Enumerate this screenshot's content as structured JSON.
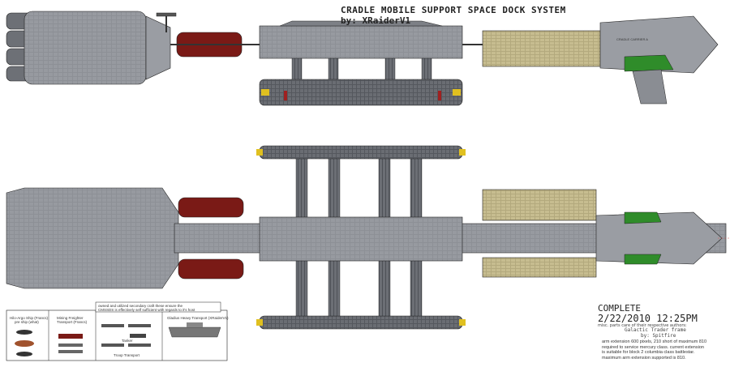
{
  "title": "CRADLE MOBILE SUPPORT SPACE DOCK SYSTEM",
  "byline": "by: XRaiderV1",
  "status": "COMPLETE",
  "datetime": "2/22/2010 12:25PM",
  "credits": "misc. parts care of their respective authors:",
  "frame_credit": "Galactic Trader frame",
  "frame_author": "by: Spitfire",
  "notes": [
    "arm extension 600 pixels, 210 short of maximum 810",
    "required to service mercury class. current extension",
    "is suitable for block 2 columbia class battlestar.",
    "maximum arm extension supported is 810."
  ],
  "legend": {
    "note": "owned and utilized secondary craft these ensure the",
    "note2": "CMSSDS is effectively self sufficient with regards to it's host",
    "escape_ship": "Hilo-Argo Ship (Francs)",
    "escape_ship2": "pre ship (what)",
    "mining": "Mining Freighter",
    "mining2": "Transport (Francs)",
    "tanker": "Tanker",
    "troop": "Troop Transport",
    "heavy": "Gladius Heavy Transport (XRaiderV1)"
  },
  "ship_label": "CRADLE CARRIER A",
  "colors": {
    "hull": "#8a8d93",
    "hull_dark": "#5e6168",
    "tank_red": "#7a1a16",
    "cargo_tan": "#bfb58a",
    "green": "#2f8c2a",
    "yellow": "#e0c020"
  }
}
